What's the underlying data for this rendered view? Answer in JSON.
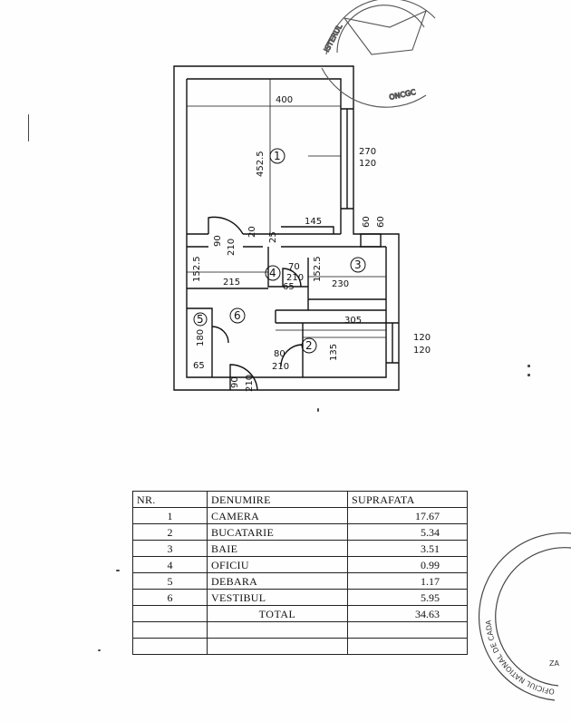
{
  "plan": {
    "rooms": [
      {
        "num": "1"
      },
      {
        "num": "2"
      },
      {
        "num": "3"
      },
      {
        "num": "4"
      },
      {
        "num": "5"
      },
      {
        "num": "6"
      }
    ],
    "dims": {
      "width_400": "400",
      "height_4525": "452.5",
      "window_270": "270",
      "window_120a": "120",
      "w_145": "145",
      "door_90": "90",
      "door_210": "210",
      "d_20": "20",
      "d_25": "25",
      "d_60a": "60",
      "d_60b": "60",
      "h_1525a": "152.5",
      "w_215": "215",
      "d_70": "70",
      "d_210b": "210",
      "d_65a": "65",
      "h_1525b": "152.5",
      "w_230": "230",
      "w_305": "305",
      "d_135": "135",
      "win2_120a": "120",
      "win2_120b": "120",
      "d_80": "80",
      "d_210c": "210",
      "d_180": "180",
      "d_65b": "65",
      "door2_90": "90",
      "door2_210": "210"
    }
  },
  "table": {
    "headers": {
      "nr": "NR.",
      "name": "DENUMIRE",
      "area": "SUPRAFATA"
    },
    "rows": [
      {
        "nr": "1",
        "name": "CAMERA",
        "area": "17.67"
      },
      {
        "nr": "2",
        "name": "BUCATARIE",
        "area": "5.34"
      },
      {
        "nr": "3",
        "name": "BAIE",
        "area": "3.51"
      },
      {
        "nr": "4",
        "name": "OFICIU",
        "area": "0.99"
      },
      {
        "nr": "5",
        "name": "DEBARA",
        "area": "1.17"
      },
      {
        "nr": "6",
        "name": "VESTIBUL",
        "area": "5.95"
      }
    ],
    "total": {
      "label": "TOTAL",
      "area": "34.63"
    }
  },
  "stamps": {
    "top": {
      "text1": "ISTERUL",
      "text2": "ONCGC"
    },
    "right": {
      "arc": "OFICIUL NATIONAL DE CADA",
      "z": "ZA"
    }
  }
}
